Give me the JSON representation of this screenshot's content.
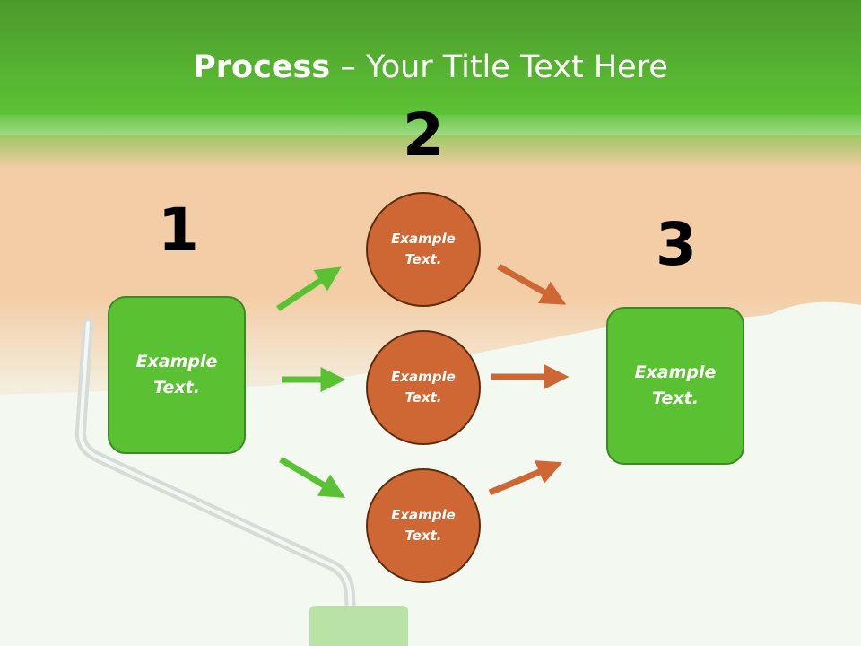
{
  "title": {
    "bold": "Process",
    "rest": " – Your Title Text Here"
  },
  "colors": {
    "green": "#5ac232",
    "green_border": "#3c8a26",
    "orange": "#cf6734",
    "orange_border": "#5a2d10"
  },
  "steps": [
    {
      "number": "1",
      "label": "Example\nText."
    },
    {
      "number": "2",
      "label": "Example\nText."
    },
    {
      "number": "3",
      "label": "Example\nText."
    }
  ],
  "circles": [
    {
      "label": "Example\nText."
    },
    {
      "label": "Example\nText."
    },
    {
      "label": "Example\nText."
    }
  ]
}
